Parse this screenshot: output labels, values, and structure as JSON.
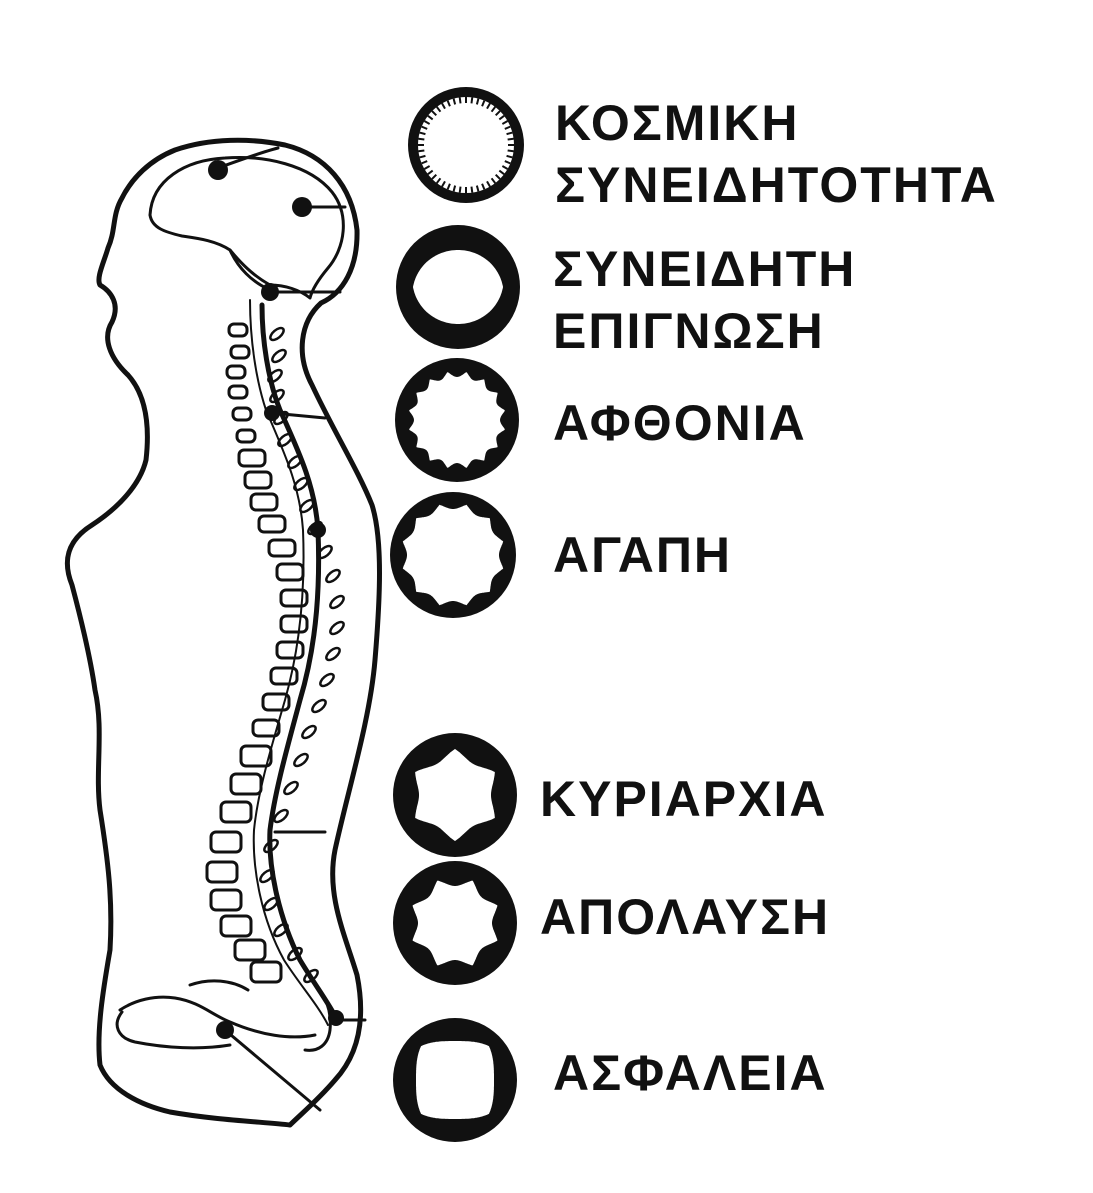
{
  "colors": {
    "ink": "#111111",
    "paper": "#ffffff"
  },
  "chakras": [
    {
      "id": "crown",
      "lines": [
        "ΚΟΣΜΙΚΗ",
        "ΣΥΝΕΙΔΗΤΟΤΗΤΑ"
      ],
      "symbol": "fine-serrated-ring"
    },
    {
      "id": "third-eye",
      "lines": [
        "ΣΥΝΕΙΔΗΤΗ",
        "ΕΠΙΓΝΩΣΗ"
      ],
      "symbol": "two-petal-ring"
    },
    {
      "id": "throat",
      "lines": [
        "ΑΦΘΟΝΙΑ"
      ],
      "symbol": "sixteen-petal-ring"
    },
    {
      "id": "heart",
      "lines": [
        "ΑΓΑΠΗ"
      ],
      "symbol": "twelve-petal-ring"
    },
    {
      "id": "solar-plexus",
      "lines": [
        "ΚΥΡΙΑΡΧΙΑ"
      ],
      "symbol": "six-petal-ring"
    },
    {
      "id": "sacral",
      "lines": [
        "ΑΠΟΛΑΥΣΗ"
      ],
      "symbol": "eight-petal-ring"
    },
    {
      "id": "root",
      "lines": [
        "ΑΣΦΑΛΕΙΑ"
      ],
      "symbol": "four-petal-ring"
    }
  ]
}
